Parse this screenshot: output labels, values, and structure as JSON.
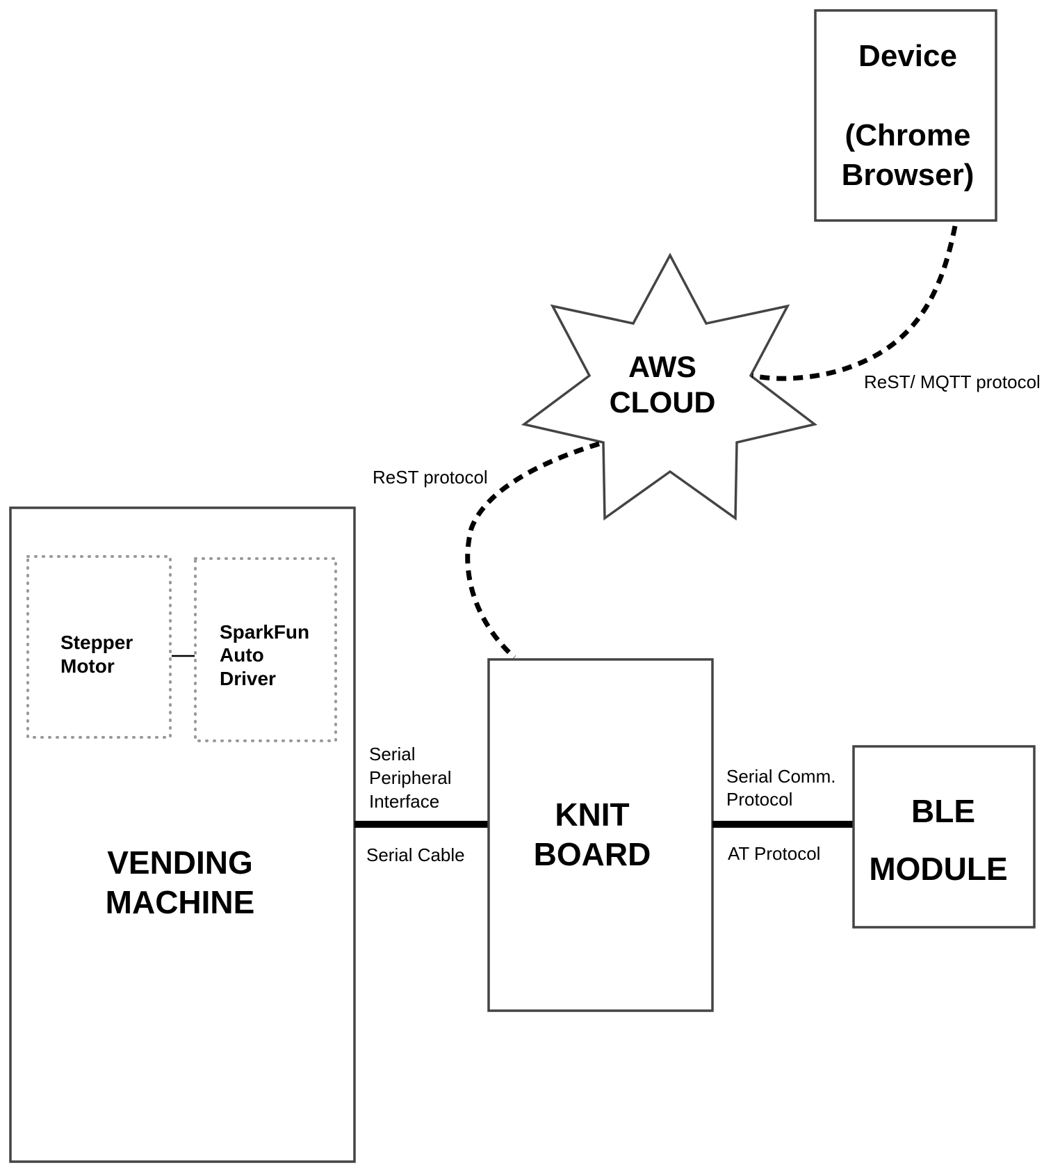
{
  "nodes": {
    "device": {
      "line1": "Device",
      "line2": "(Chrome",
      "line3": "Browser)"
    },
    "aws_cloud": {
      "line1": "AWS",
      "line2": "CLOUD"
    },
    "vending_machine": {
      "line1": "VENDING",
      "line2": "MACHINE"
    },
    "stepper_motor": {
      "line1": "Stepper",
      "line2": "Motor"
    },
    "sparkfun_driver": {
      "line1": "SparkFun",
      "line2": "Auto",
      "line3": "Driver"
    },
    "knit_board": {
      "line1": "KNIT",
      "line2": "BOARD"
    },
    "ble_module": {
      "line1": "BLE",
      "line2": "MODULE"
    }
  },
  "edges": {
    "device_to_cloud": {
      "label": "ReST/ MQTT protocol"
    },
    "cloud_to_knit": {
      "label": "ReST protocol"
    },
    "vending_to_knit": {
      "label_above_1": "Serial",
      "label_above_2": "Peripheral",
      "label_above_3": "Interface",
      "label_below": "Serial Cable"
    },
    "knit_to_ble": {
      "label_above_1": "Serial Comm.",
      "label_above_2": "Protocol",
      "label_below": "AT Protocol"
    }
  },
  "colors": {
    "stroke": "#444444",
    "text": "#000000",
    "dotted": "#999999"
  }
}
